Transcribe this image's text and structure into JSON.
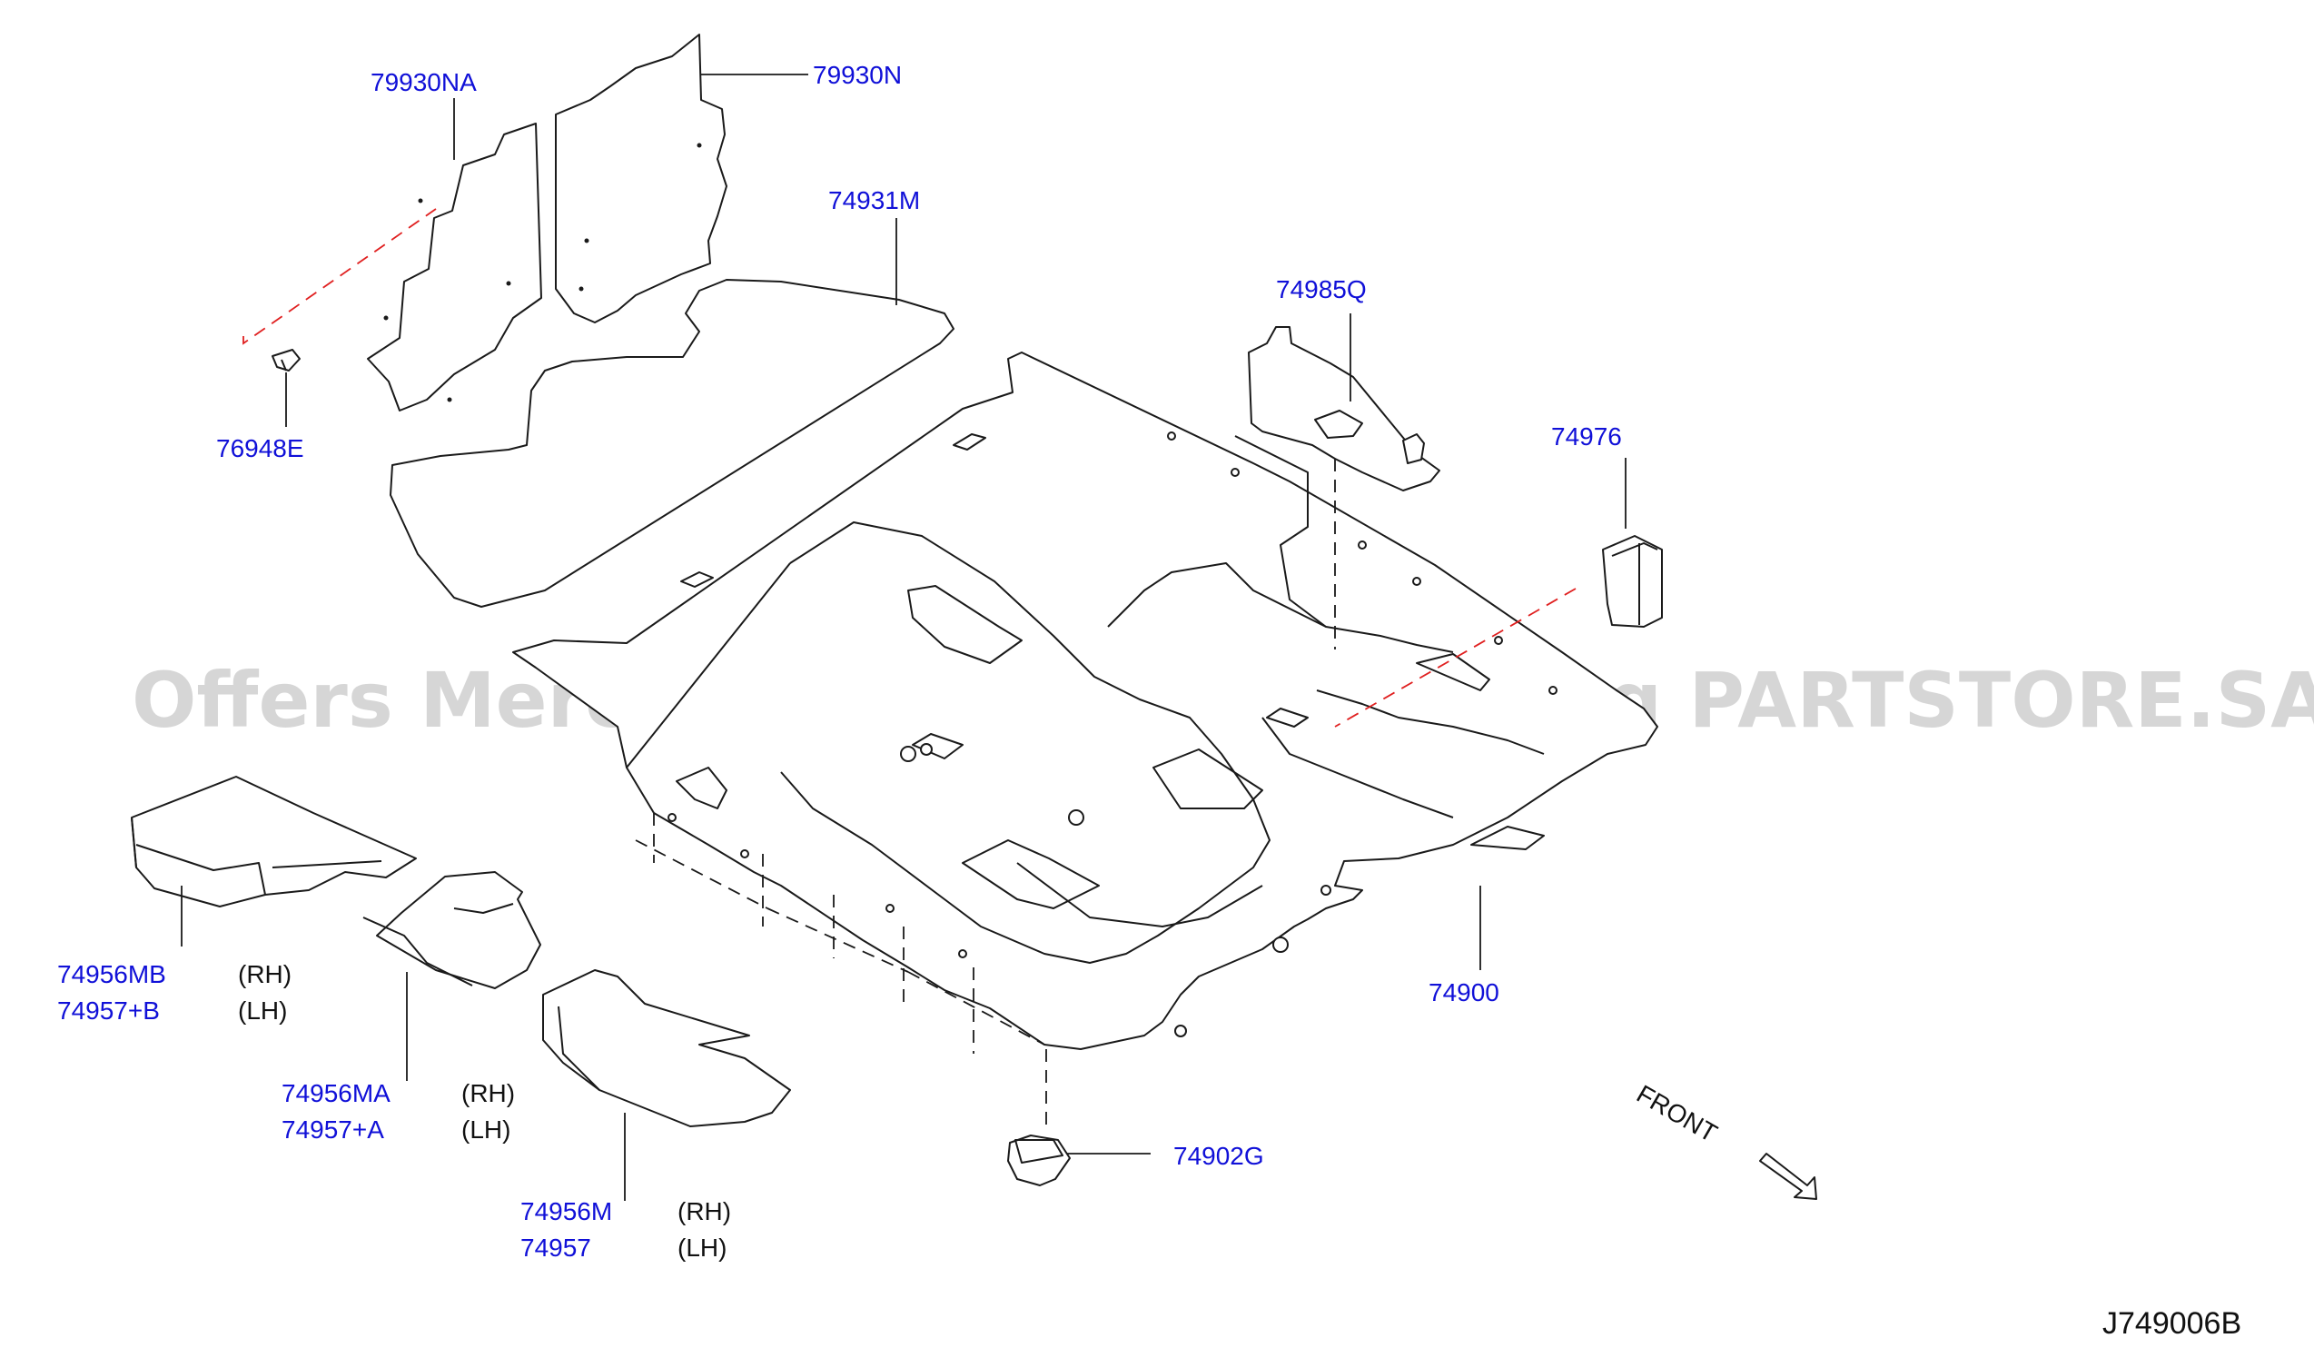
{
  "diagram": {
    "reference_code": "J749006B",
    "watermark": "Offers Merchant Auto Parts Catalog PARTSTORE.SA",
    "front_label": "FRONT",
    "parts": [
      {
        "number": "79930NA"
      },
      {
        "number": "79930N"
      },
      {
        "number": "74931M"
      },
      {
        "number": "76948E"
      },
      {
        "number": "74985Q"
      },
      {
        "number": "74976"
      },
      {
        "number": "74900"
      },
      {
        "number": "74902G"
      },
      {
        "number": "74956MB",
        "side": "(RH)"
      },
      {
        "number": "74957+B",
        "side": "(LH)"
      },
      {
        "number": "74956MA",
        "side": "(RH)"
      },
      {
        "number": "74957+A",
        "side": "(LH)"
      },
      {
        "number": "74956M",
        "side": "(RH)"
      },
      {
        "number": "74957",
        "side": "(LH)"
      }
    ],
    "colors": {
      "part_number": "#1010d8",
      "line": "#1a1a1a",
      "hidden_link_red": "#e02020"
    }
  }
}
